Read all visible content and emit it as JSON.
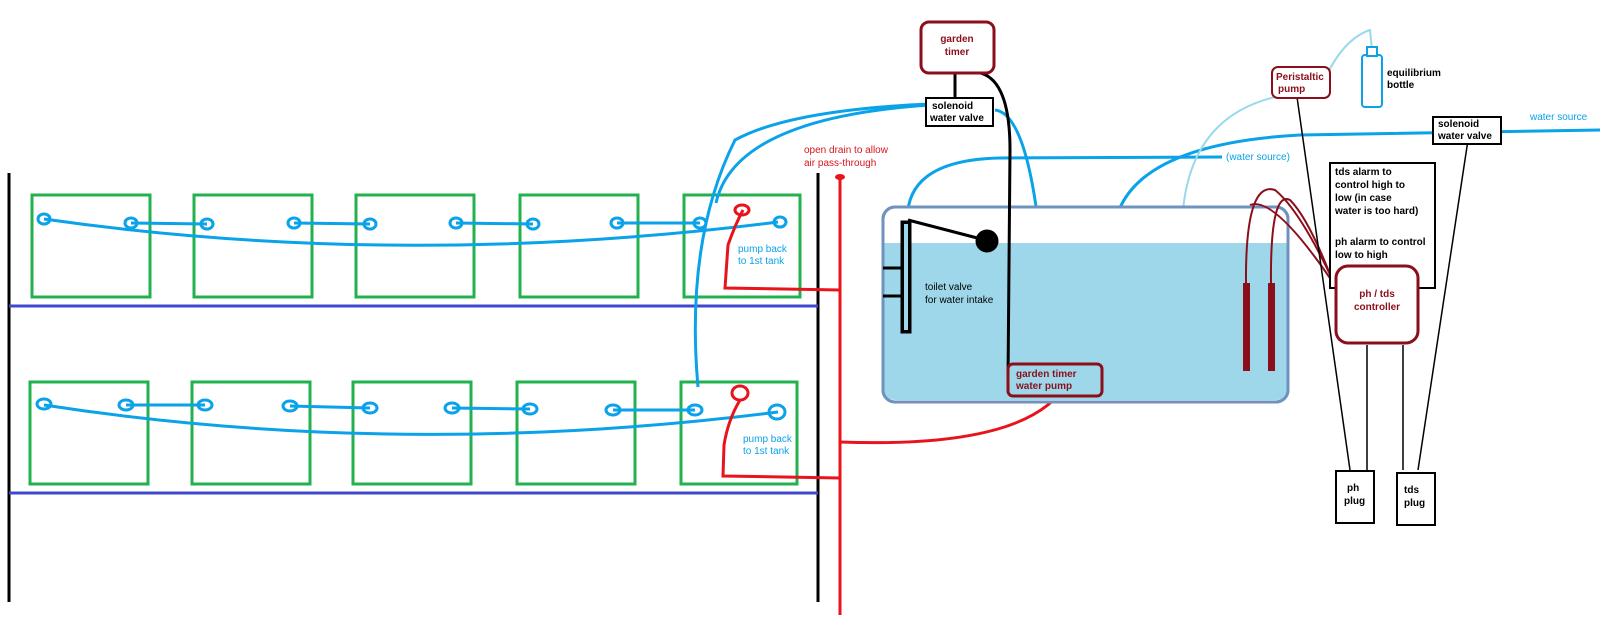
{
  "labels": {
    "garden_timer_top_1": "garden",
    "garden_timer_top_2": "timer",
    "solenoid_left_1": "solenoid",
    "solenoid_left_2": "water valve",
    "open_drain_1": "open drain to allow",
    "open_drain_2": "air pass-through",
    "water_source_mid": "(water source)",
    "peristaltic_1": "Peristaltic",
    "peristaltic_2": "pump",
    "equilibrium_1": "equilibrium",
    "equilibrium_2": "bottle",
    "water_source_right": "water source",
    "solenoid_right_1": "solenoid",
    "solenoid_right_2": "water valve",
    "tds_alarm_1": "tds alarm to",
    "tds_alarm_2": "control high to",
    "tds_alarm_3": "low (in case",
    "tds_alarm_4": "water is too hard)",
    "ph_alarm_1": "ph alarm to control",
    "ph_alarm_2": "low to high",
    "ph_tds_1": "ph / tds",
    "ph_tds_2": "controller",
    "toilet_valve_1": "toilet valve",
    "toilet_valve_2": "for water intake",
    "garden_pump_1": "garden timer",
    "garden_pump_2": "water pump",
    "pump_back_top_1": "pump back",
    "pump_back_top_2": "to 1st tank",
    "pump_back_bottom_1": "pump back",
    "pump_back_bottom_2": "to 1st tank",
    "ph_plug_1": "ph",
    "ph_plug_2": "plug",
    "tds_plug_1": "tds",
    "tds_plug_2": "plug"
  },
  "colors": {
    "tube_blue": "#0aa2e8",
    "drain_red": "#e8141c",
    "tray_green": "#22b14c",
    "shelf_blue": "#3f48cc",
    "device_dark_red": "#8b0f1b",
    "reservoir_fill": "#9fd7ea",
    "reservoir_border": "#7092be",
    "light_tube": "#99d9ea"
  }
}
